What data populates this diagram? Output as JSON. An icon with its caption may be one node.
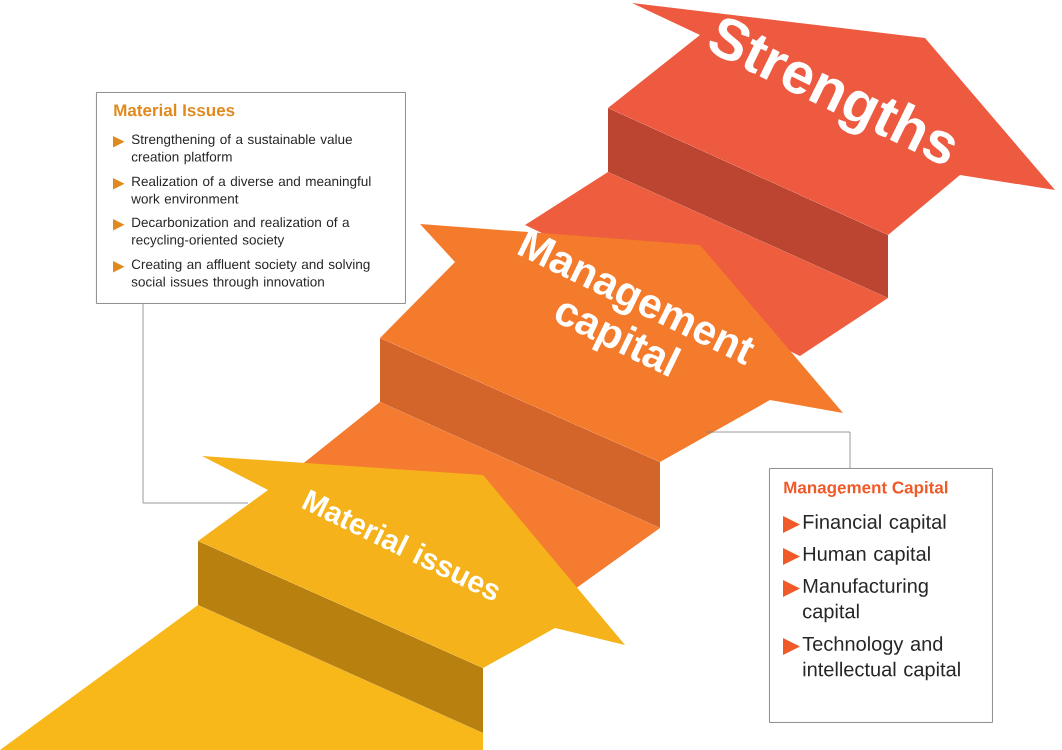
{
  "diagram": {
    "nodes": [
      {
        "text": [
          "Material Issues",
          "Strengthening of a sustainable value creation platform",
          "Realization of a diverse and meaningful work environment",
          "Decarbonization and realization of a recycling-oriented society",
          "Creating an affluent society and solving social issues through innovation"
        ]
      },
      {
        "text": [
          "Management Capital",
          "Financial capital",
          "Human capital",
          "Manufacturing capital",
          "Technology and intellectual capital"
        ]
      },
      {
        "text": [
          "Strengths"
        ]
      },
      {
        "text": [
          "Management capital"
        ]
      },
      {
        "text": [
          "Material issues"
        ]
      }
    ],
    "edges": [
      {
        "from": 0,
        "to": 4,
        "arrow": "none"
      },
      {
        "from": 1,
        "to": 3,
        "arrow": "none"
      }
    ]
  }
}
